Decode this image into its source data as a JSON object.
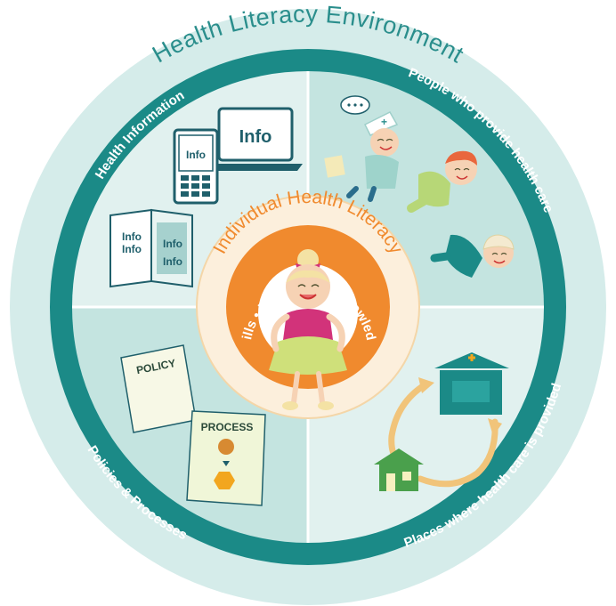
{
  "title": "Health Literacy Environment",
  "quadrants": {
    "top_left": "Health Information",
    "top_right": "People who provide health care",
    "bottom_left": "Policies & Processes",
    "bottom_right": "Places where health care is provided"
  },
  "center": {
    "title": "Individual Health Literacy",
    "subtitle": "Skills • Motivation • Knowledge"
  },
  "info_labels": {
    "laptop": "Info",
    "phone": "Info",
    "booklet_1": "Info",
    "booklet_2": "Info",
    "booklet_3": "Info",
    "booklet_4": "Info"
  },
  "documents": {
    "policy": "POLICY",
    "process": "PROCESS"
  },
  "icons": {
    "nurse": "nurse-icon",
    "patient": "patient-icon",
    "doctor": "doctor-icon",
    "hospital": "hospital-icon",
    "house": "house-icon",
    "cycle_arrows": "cycle-arrows-icon",
    "laptop": "laptop-icon",
    "phone": "phone-icon",
    "booklet": "booklet-icon",
    "person": "person-icon"
  },
  "colors": {
    "outer_ring": "#d5ecea",
    "teal_ring": "#1b8a87",
    "quadrant_light": "#e1f1ef",
    "quadrant_mid": "#c4e4e0",
    "center_orange": "#f08a2e",
    "center_cream": "#fcefdc",
    "person_pink": "#d2337a",
    "person_green": "#cfe07a"
  }
}
